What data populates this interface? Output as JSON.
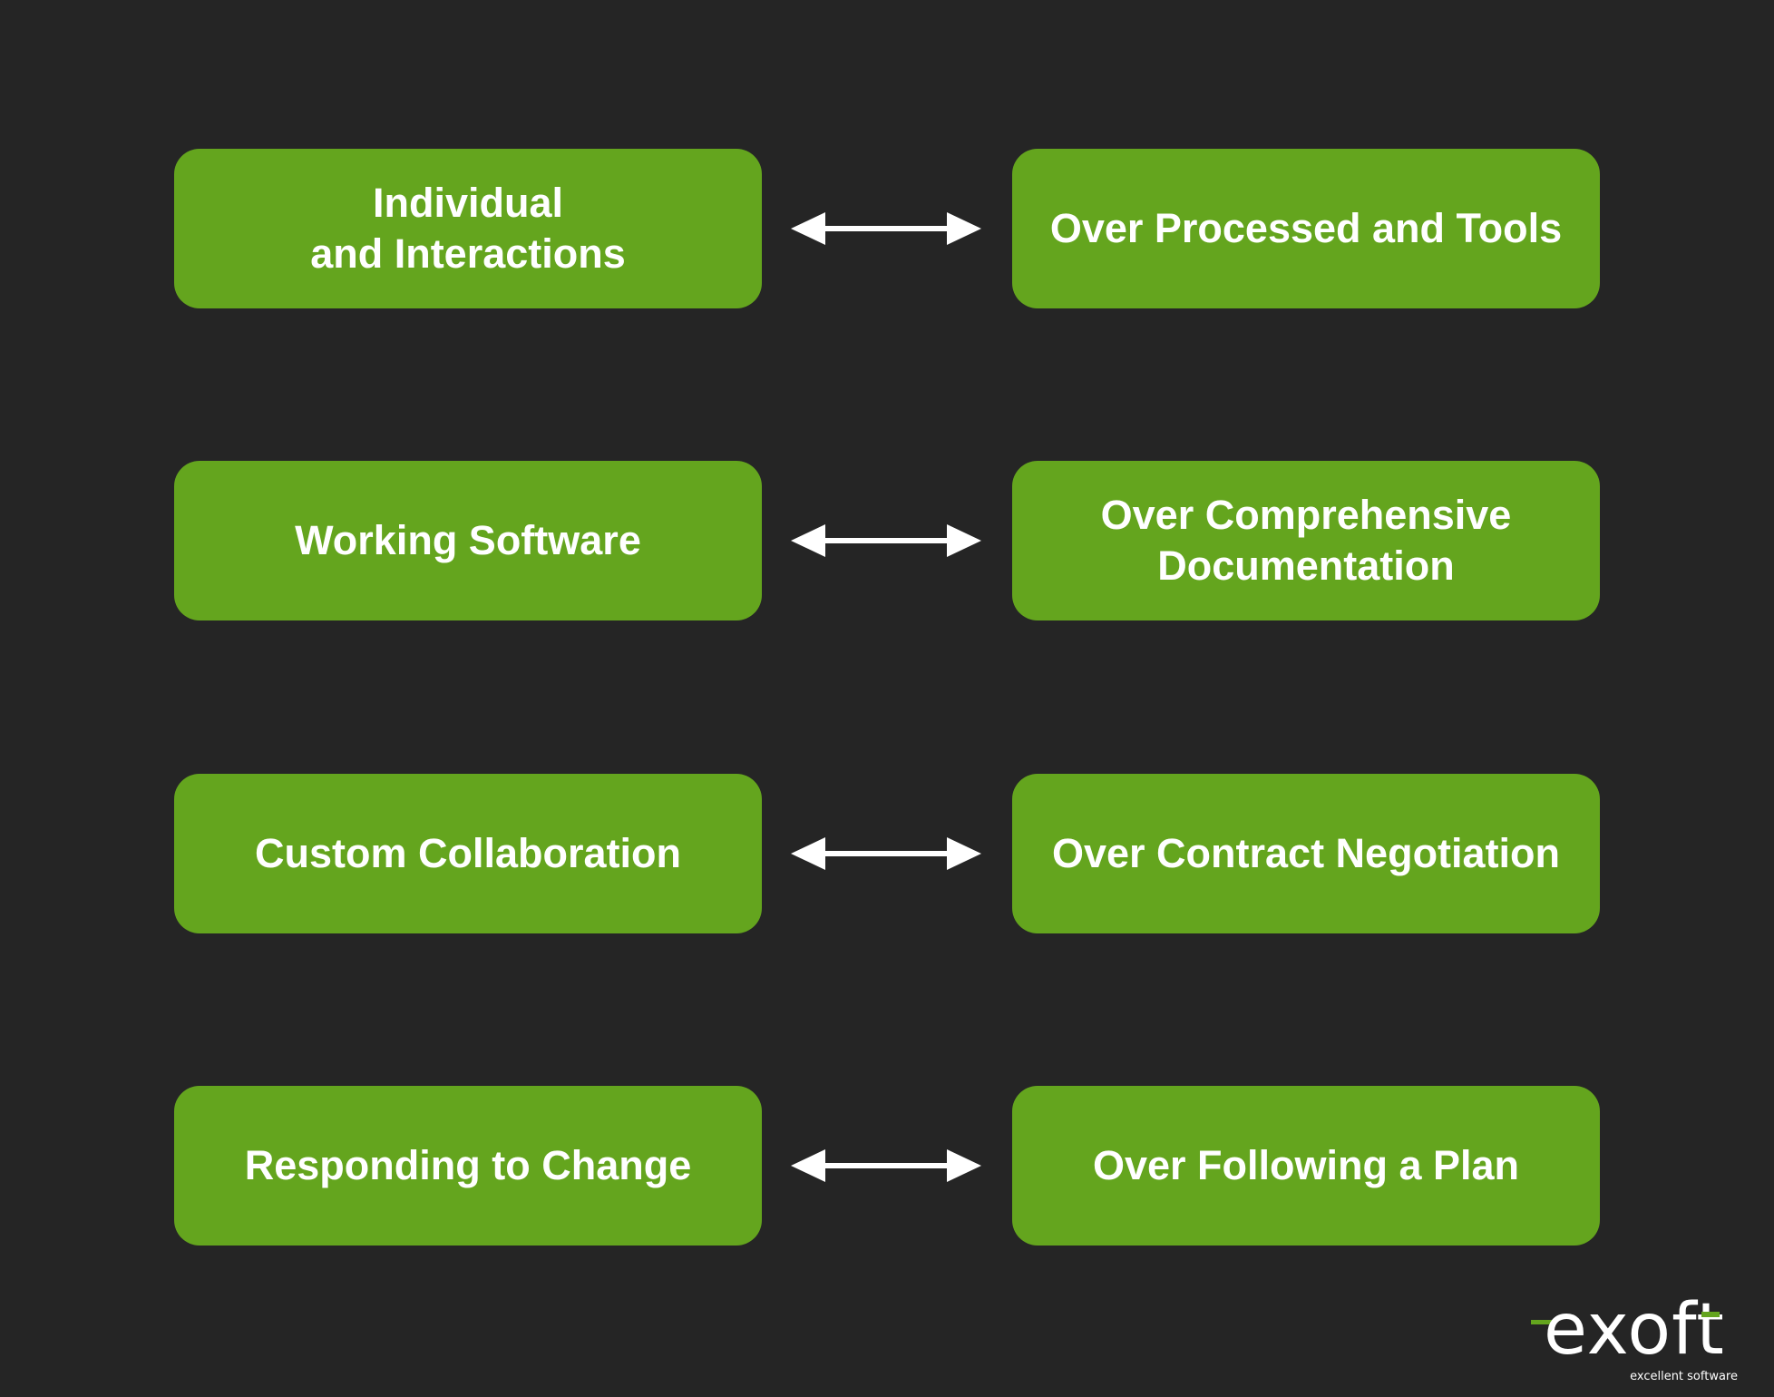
{
  "colors": {
    "background": "#252525",
    "box_fill": "#64a51e",
    "text": "#ffffff",
    "arrow": "#ffffff",
    "logo_accent": "#64a51e"
  },
  "pairs": [
    {
      "left": "Individual\nand Interactions",
      "right": "Over Processed and Tools"
    },
    {
      "left": "Working Software",
      "right": "Over Comprehensive\nDocumentation"
    },
    {
      "left": "Custom Collaboration",
      "right": "Over Contract Negotiation"
    },
    {
      "left": "Responding to Change",
      "right": "Over Following a Plan"
    }
  ],
  "connector_icon": "double-headed-arrow",
  "logo": {
    "wordmark": "exoft",
    "tagline": "excellent software"
  }
}
